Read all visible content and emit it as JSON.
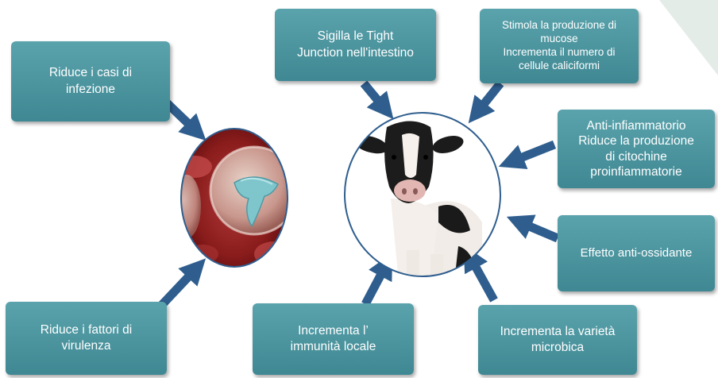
{
  "boxes": {
    "riduce_casi": {
      "lines": [
        "Riduce i casi di",
        "infezione"
      ]
    },
    "sigilla": {
      "lines": [
        "Sigilla le Tight",
        "Junction nell'intestino"
      ]
    },
    "stimola": {
      "lines": [
        "Stimola la produzione di",
        "mucose",
        "Incrementa il numero di",
        "cellule caliciformi"
      ]
    },
    "anti_infiammatorio": {
      "lines": [
        "Anti-infiammatorio",
        "Riduce la produzione",
        "di citochine",
        "proinfiammatorie"
      ]
    },
    "anti_ossidante": {
      "lines": [
        "Effetto anti-ossidante"
      ]
    },
    "varieta": {
      "lines": [
        "Incrementa la varietà",
        "microbica"
      ]
    },
    "immunita": {
      "lines": [
        "Incrementa l’",
        "immunità locale"
      ]
    },
    "virulenza": {
      "lines": [
        "Riduce i fattori di",
        "virulenza"
      ]
    }
  },
  "colors": {
    "box_fill": "#4f97a1",
    "arrow": "#2f5e8e",
    "circle_stroke": "#2f5e8e",
    "corner_accent": "#e7eeea"
  },
  "images": {
    "pathogen": "pathogen-micrograph",
    "cow": "cow-photo"
  }
}
